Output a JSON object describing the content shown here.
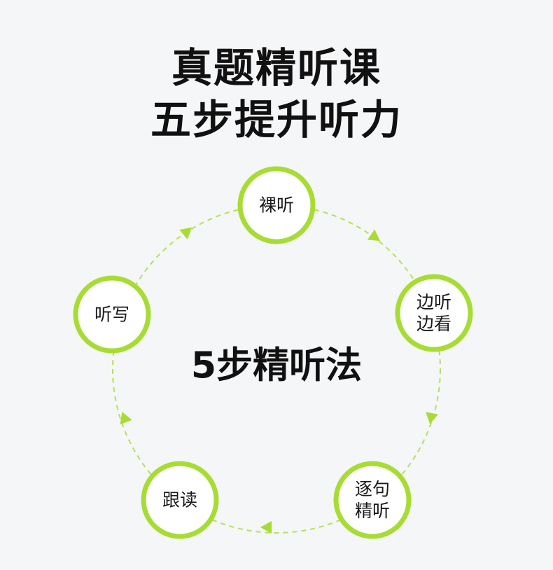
{
  "header": {
    "line1": "真题精听课",
    "line2": "五步提升听力"
  },
  "cycle": {
    "center": "5步精听法",
    "accent": "#a7dc35",
    "steps": [
      {
        "label": "裸听"
      },
      {
        "label": "边听\n边看"
      },
      {
        "label": "逐句\n精听"
      },
      {
        "label": "跟读"
      },
      {
        "label": "听写"
      }
    ]
  }
}
